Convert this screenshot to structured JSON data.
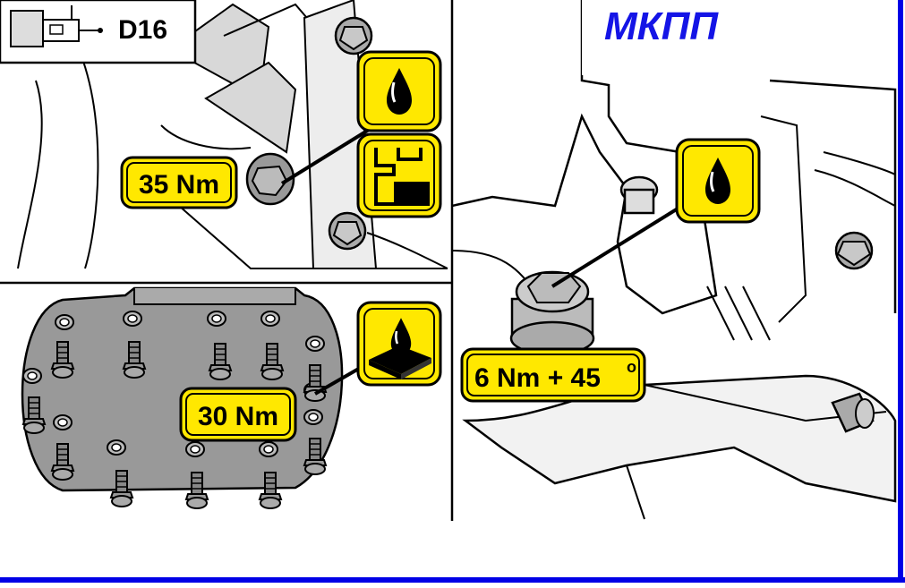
{
  "header": {
    "engine_code": "D16",
    "transmission_label": "МКПП"
  },
  "torques": {
    "drain_plug": "35 Nm",
    "cover_bolts": "30 Nm",
    "fill_plug": "6 Nm + 45",
    "fill_plug_angle_symbol": "o"
  },
  "icons": {
    "drain_oil": "oil-drop-icon",
    "drain_plug_symbol": "drain-plug-icon",
    "cover_sealant": "sealant-icon",
    "fill_oil": "oil-drop-icon"
  },
  "colors": {
    "badge": "#ffe800",
    "frame": "#0000e6",
    "label_text": "#1414e6",
    "line": "#000000"
  }
}
